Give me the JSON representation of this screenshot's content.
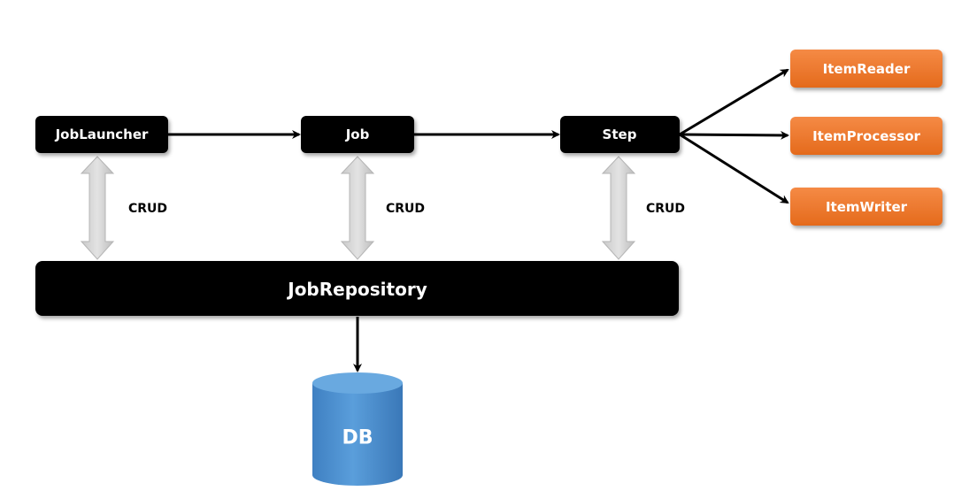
{
  "nodes": {
    "job_launcher": "JobLauncher",
    "job": "Job",
    "step": "Step",
    "item_reader": "ItemReader",
    "item_processor": "ItemProcessor",
    "item_writer": "ItemWriter",
    "job_repository": "JobRepository",
    "db": "DB"
  },
  "edges": {
    "crud_label": "CRUD"
  },
  "colors": {
    "node_dark": "#000000",
    "node_orange": "#ef7526",
    "db_blue": "#4f92d0",
    "crud_arrow": "#d4d4d4"
  }
}
